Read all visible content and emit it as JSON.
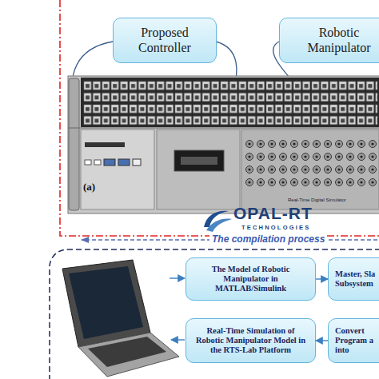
{
  "diagram": {
    "nodes": [
      {
        "text": [
          "Proposed Controller"
        ]
      },
      {
        "text": [
          "Robotic Manipulator"
        ]
      },
      {
        "text": [
          "The Model of Robotic Manipulator in MATLAB/Simulink"
        ]
      },
      {
        "text": [
          "Master, Sla Subsystem"
        ]
      },
      {
        "text": [
          "Real-Time Simulation of Robotic Manipulator Model in the RTS-Lab Platform"
        ]
      },
      {
        "text": [
          "Convert Program a into"
        ]
      }
    ],
    "edges": [
      {
        "from": 2,
        "to": 3,
        "arrow": "to"
      },
      {
        "from": 5,
        "to": 4,
        "arrow": "to"
      }
    ],
    "labels": [
      "(a)",
      "OPAL-RT",
      "TECHNOLOGIES",
      "The compilation process",
      "Real-Time Digital Simulator"
    ]
  }
}
